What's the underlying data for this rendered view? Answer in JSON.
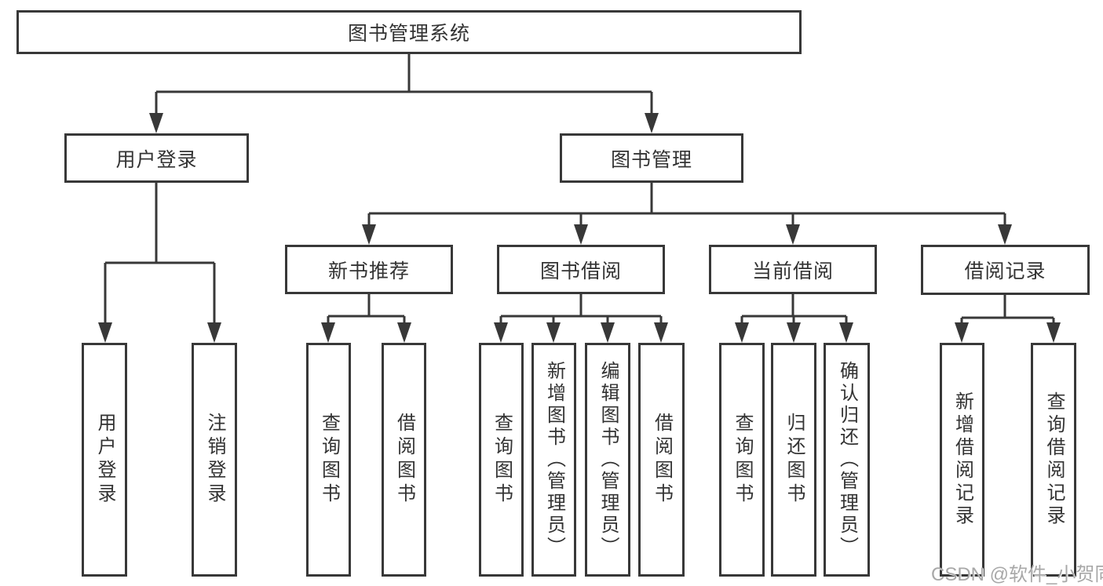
{
  "diagram": {
    "nodes": {
      "root": "图书管理系统",
      "user_login": "用户登录",
      "book_mgmt": "图书管理",
      "new_book": "新书推荐",
      "book_borrow": "图书借阅",
      "current_borrow": "当前借阅",
      "borrow_record": "借阅记录",
      "leaves": {
        "user_login": [
          "用户登录",
          "注销登录"
        ],
        "new_book": [
          "查询图书",
          "借阅图书"
        ],
        "book_borrow": [
          "查询图书",
          "新增图书（管理员）",
          "编辑图书（管理员）",
          "借阅图书"
        ],
        "current_borrow": [
          "查询图书",
          "归还图书",
          "确认归还（管理员）"
        ],
        "borrow_record": [
          "新增借阅记录",
          "查询借阅记录"
        ]
      }
    },
    "watermark": "CSDN @软件_小贺同学",
    "colors": {
      "line": "#383838",
      "text": "#333333",
      "watermark": "#a8a8a8",
      "background": "#ffffff"
    }
  }
}
